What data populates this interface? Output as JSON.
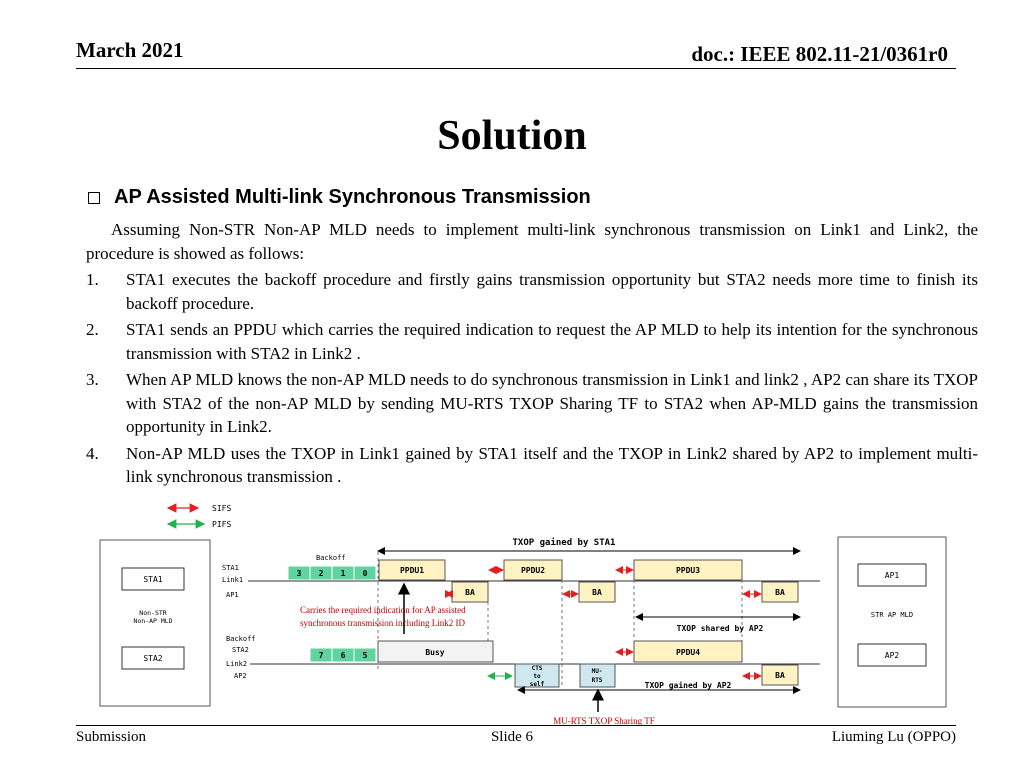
{
  "header": {
    "date": "March 2021",
    "doc": "doc.: IEEE 802.11-21/0361r0"
  },
  "title": "Solution",
  "bullet": "AP Assisted  Multi-link Synchronous Transmission",
  "intro": "Assuming Non-STR Non-AP MLD needs to implement multi-link synchronous transmission on Link1 and Link2, the procedure is showed as follows:",
  "steps": [
    {
      "num": "1.",
      "text": "STA1 executes the backoff procedure and firstly gains transmission opportunity but STA2 needs more time to finish its backoff procedure."
    },
    {
      "num": "2.",
      "text": "STA1 sends an PPDU which carries the required indication to request the AP MLD to help its intention for the synchronous transmission with STA2 in Link2 ."
    },
    {
      "num": "3.",
      "text": "When AP MLD knows the non-AP MLD needs to do synchronous transmission in Link1 and link2 , AP2 can share its TXOP with STA2 of the non-AP MLD by sending MU-RTS TXOP Sharing TF to STA2 when AP-MLD gains the transmission opportunity in Link2."
    },
    {
      "num": "4.",
      "text": "Non-AP MLD uses the TXOP in Link1 gained by STA1 itself and the TXOP in Link2 shared by AP2 to implement multi-link synchronous transmission ."
    }
  ],
  "diagram": {
    "legend_sifs": "SIFS",
    "legend_pifs": "PIFS",
    "txop_sta1": "TXOP gained by STA1",
    "txop_shared": "TXOP shared by AP2",
    "txop_ap2": "TXOP gained by AP2",
    "left_sta1": "STA1",
    "left_mld_line1": "Non-STR",
    "left_mld_line2": "Non-AP MLD",
    "left_sta2": "STA2",
    "right_ap1": "AP1",
    "right_mld": "STR AP MLD",
    "right_ap2": "AP2",
    "row_sta1_line1": "STA1",
    "row_sta1_line2": "Link1",
    "row_ap1": "AP1",
    "row_sta2": "STA2",
    "row_link2": "Link2",
    "row_ap2": "AP2",
    "backoff1": "Backoff",
    "backoff2": "Backoff",
    "slots1": [
      "3",
      "2",
      "1",
      "0"
    ],
    "slots2": [
      "7",
      "6",
      "5"
    ],
    "ppdu1": "PPDU1",
    "ppdu2": "PPDU2",
    "ppdu3": "PPDU3",
    "ppdu4": "PPDU4",
    "ba": "BA",
    "busy": "Busy",
    "cts_line1": "CTS",
    "cts_line2": "to",
    "cts_line3": "self",
    "murts_line1": "MU-",
    "murts_line2": "RTS",
    "annotation_line1": "Carries the required indication for AP assisted",
    "annotation_line2": "synchronous transmission including Link2 ID",
    "murts_tf": "MU-RTS TXOP Sharing TF"
  },
  "footer": {
    "left": "Submission",
    "center": "Slide 6",
    "right": "Liuming Lu (OPPO)"
  },
  "colors": {
    "green": "#22b14c",
    "red": "#e02020",
    "slot_green": "#5fd3a0",
    "ppdu_fill": "#fff3c4",
    "cts_fill": "#cfe8ef",
    "annotation": "#c00000"
  }
}
